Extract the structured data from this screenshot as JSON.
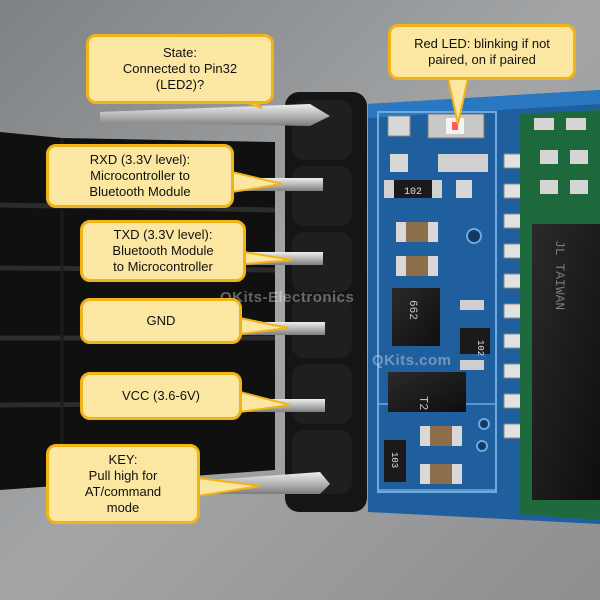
{
  "callouts": {
    "state": "State:\nConnected to Pin32\n(LED2)?",
    "red_led": "Red LED: blinking if not\npaired, on if paired",
    "rxd": "RXD (3.3V level):\nMicrocontroller to\nBluetooth Module",
    "txd": "TXD (3.3V level):\nBluetooth Module\nto  Microcontroller",
    "gnd": "GND",
    "vcc": "VCC (3.6-6V)",
    "key": "KEY:\nPull high for\nAT/command\nmode"
  },
  "watermarks": {
    "main": "QKits-Electronics",
    "secondary": "QKits.com",
    "faint": "om"
  },
  "chip_markings": {
    "resistor_top": "102",
    "resistor_right": "102",
    "resistor_bottom": "103",
    "transistor": "662",
    "regulator": "T2",
    "module_chip": "JL\nTAIWAN"
  },
  "colors": {
    "callout_fill": "#fbe7a2",
    "callout_border": "#f2b319",
    "pcb_blue": "#1f5f9e",
    "header_black": "#151515",
    "background_gray": "#8f8f91"
  }
}
